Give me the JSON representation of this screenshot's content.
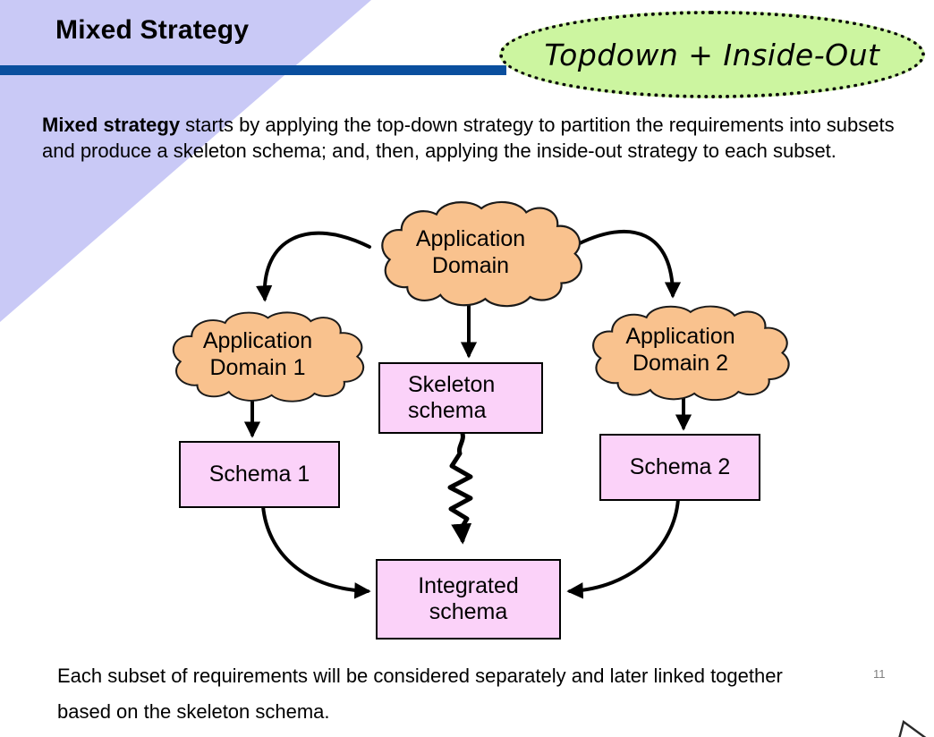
{
  "slide": {
    "title": "Mixed Strategy",
    "badge": "Topdown + Inside-Out",
    "intro": {
      "bold": "Mixed strategy",
      "rest": " starts by applying the top-down strategy to partition the requirements into subsets and produce a skeleton schema; and, then, applying the inside-out strategy to each subset."
    },
    "footer": {
      "line1": "Each subset of requirements will be considered separately and later linked together",
      "line2": "based on the skeleton schema."
    },
    "page_number": "11"
  },
  "diagram": {
    "clouds": {
      "top": {
        "line1": "Application",
        "line2": "Domain"
      },
      "left": {
        "line1": "Application",
        "line2": "Domain 1"
      },
      "right": {
        "line1": "Application",
        "line2": "Domain 2"
      }
    },
    "boxes": {
      "skeleton": {
        "line1": "Skeleton",
        "line2": "schema"
      },
      "schema1": {
        "label": "Schema 1"
      },
      "schema2": {
        "label": "Schema 2"
      },
      "integrated": {
        "line1": "Integrated",
        "line2": "schema"
      }
    }
  },
  "icons": {
    "cursor": "mouse-pointer-outline"
  },
  "colors": {
    "accent-lavender": "#c9c9f6",
    "accent-blue": "#0a4f9e",
    "badge-green": "#ccf5a0",
    "cloud-orange": "#f9c28e",
    "box-pink": "#fbd2f9",
    "page-gray": "#7f7f7f"
  }
}
